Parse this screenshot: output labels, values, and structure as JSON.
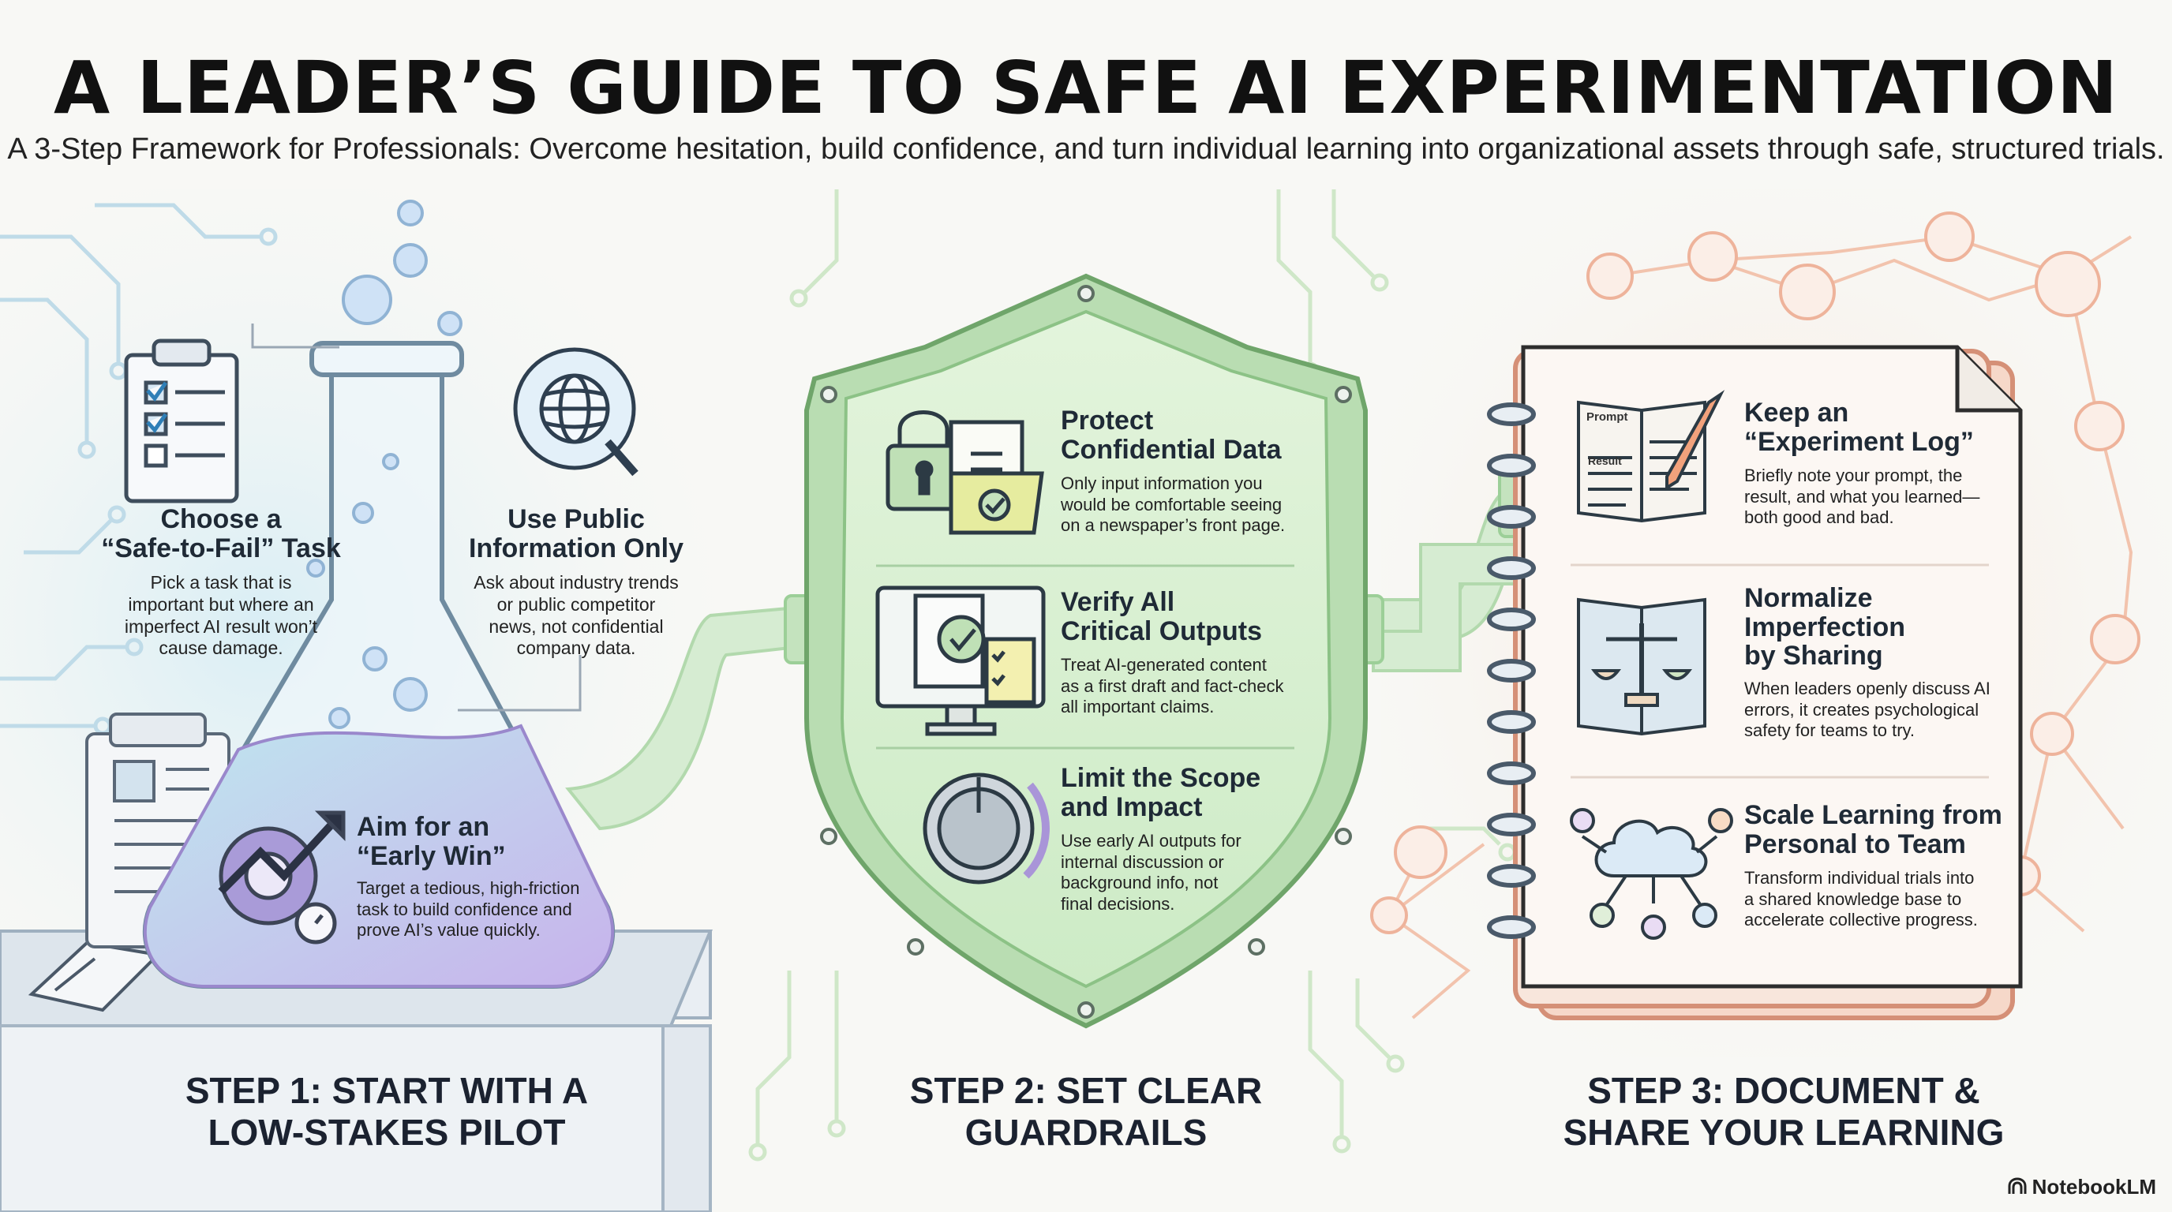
{
  "title": "A LEADER’S GUIDE TO SAFE AI EXPERIMENTATION",
  "subtitle": "A 3-Step Framework for Professionals: Overcome hesitation, build confidence, and turn individual learning into organizational assets through safe, structured trials.",
  "step1": {
    "label_line1": "STEP 1: START WITH A",
    "label_line2": "LOW-STAKES PILOT",
    "safe_task": {
      "heading_line1": "Choose a",
      "heading_line2": "“Safe-to-Fail” Task",
      "body_lines": [
        "Pick a task that is",
        "important but where an",
        "imperfect AI result won’t",
        "cause damage."
      ]
    },
    "public_info": {
      "heading_line1": "Use Public",
      "heading_line2": "Information Only",
      "body_lines": [
        "Ask about industry trends",
        "or public competitor",
        "news, not confidential",
        "company data."
      ]
    },
    "early_win": {
      "heading_line1": "Aim for an",
      "heading_line2": "“Early Win”",
      "body_lines": [
        "Target a tedious, high-friction",
        "task to build confidence and",
        "prove AI’s value quickly."
      ]
    },
    "colors": {
      "flask_liquid": "#b9a6e6",
      "accent_blue": "#2f6fa8"
    }
  },
  "step2": {
    "label_line1": "STEP 2: SET CLEAR",
    "label_line2": "GUARDRAILS",
    "protect": {
      "heading_line1": "Protect",
      "heading_line2": "Confidential Data",
      "body_lines": [
        "Only input information you",
        "would be comfortable seeing",
        "on a newspaper’s front page."
      ]
    },
    "verify": {
      "heading_line1": "Verify All",
      "heading_line2": "Critical Outputs",
      "body_lines": [
        "Treat AI-generated content",
        "as a first draft and fact-check",
        "all important claims."
      ]
    },
    "limit": {
      "heading_line1": "Limit the Scope",
      "heading_line2": "and Impact",
      "body_lines": [
        "Use early AI outputs for",
        "internal discussion or",
        "background info, not",
        "final decisions."
      ]
    },
    "colors": {
      "shield_fill": "#d6efcf",
      "shield_edge": "#9ccf98"
    }
  },
  "step3": {
    "label_line1": "STEP 3: DOCUMENT &",
    "label_line2": "SHARE YOUR LEARNING",
    "log": {
      "heading_line1": "Keep an",
      "heading_line2": "“Experiment Log”",
      "body_lines": [
        "Briefly note your prompt, the",
        "result, and what you learned—",
        "both good and bad."
      ],
      "book_prompt": "Prompt",
      "book_result": "Result"
    },
    "normalize": {
      "heading_line1": "Normalize",
      "heading_line2": "Imperfection",
      "heading_line3": "by Sharing",
      "body_lines": [
        "When leaders openly discuss AI",
        "errors, it creates psychological",
        "safety for teams to try."
      ]
    },
    "scale": {
      "heading_line1": "Scale Learning from",
      "heading_line2": "Personal to Team",
      "body_lines": [
        "Transform individual trials into",
        "a shared knowledge base to",
        "accelerate collective progress."
      ]
    },
    "colors": {
      "notebook_edge": "#e8a68c",
      "network": "#f0b9a0"
    }
  },
  "brand": "NotebookLM",
  "icons": [
    "checklist-icon",
    "globe-search-icon",
    "document-icon",
    "gear-growth-icon",
    "padlock-icon",
    "folder-check-icon",
    "monitor-checklist-icon",
    "dial-icon",
    "notebook-pen-icon",
    "balance-scale-icon",
    "cloud-network-icon",
    "brain-icon",
    "person-icon"
  ]
}
